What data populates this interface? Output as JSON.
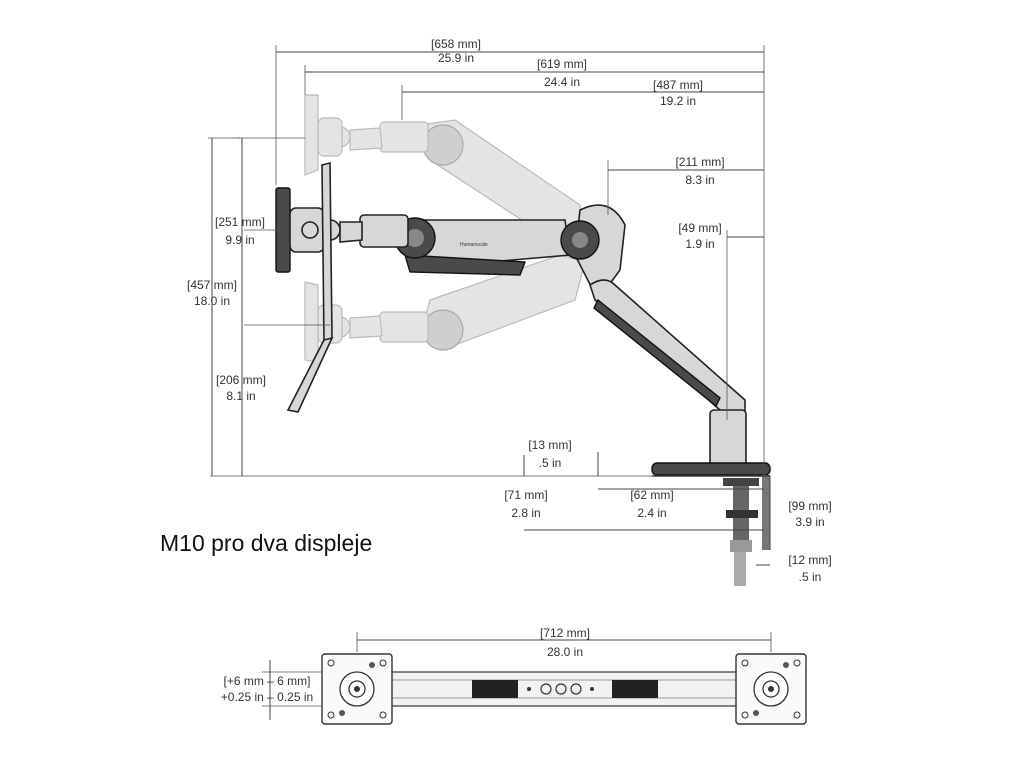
{
  "caption": "M10 pro dva displeje",
  "brand_mark": "Humanscale",
  "dimensions": {
    "total_reach": {
      "mm": "[658 mm]",
      "in": "25.9 in"
    },
    "mid_reach": {
      "mm": "[619 mm]",
      "in": "24.4 in"
    },
    "short_reach": {
      "mm": "[487 mm]",
      "in": "19.2 in"
    },
    "base_offset": {
      "mm": "[211 mm]",
      "in": "8.3 in"
    },
    "pole_offset": {
      "mm": "[49 mm]",
      "in": "1.9 in"
    },
    "upper_range": {
      "mm": "[251 mm]",
      "in": "9.9 in"
    },
    "total_height": {
      "mm": "[457 mm]",
      "in": "18.0 in"
    },
    "lower_height": {
      "mm": "[206 mm]",
      "in": "8.1 in"
    },
    "base_thick": {
      "mm": "[13 mm]",
      "in": ".5 in"
    },
    "clamp_depth": {
      "mm": "[71 mm]",
      "in": "2.8 in"
    },
    "clamp_width": {
      "mm": "[62 mm]",
      "in": "2.4 in"
    },
    "desk_range": {
      "mm": "[99 mm]",
      "in": "3.9 in"
    },
    "clamp_min": {
      "mm": "[12 mm]",
      "in": ".5 in"
    },
    "bar_length": {
      "mm": "[712 mm]",
      "in": "28.0 in"
    },
    "tilt_range": {
      "mm": "[+6 mm – 6 mm]",
      "in": "+0.25 in – 0.25 in"
    }
  }
}
